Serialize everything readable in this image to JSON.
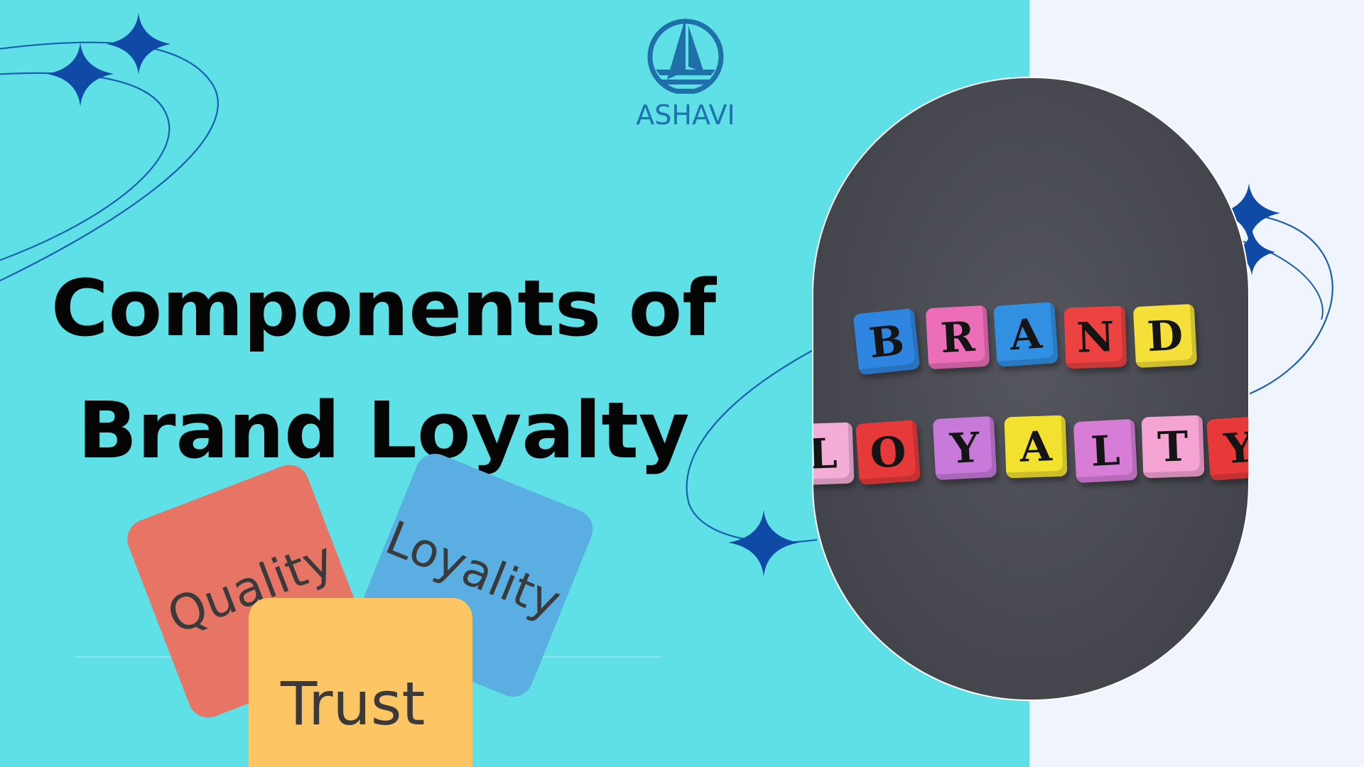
{
  "brand": {
    "name": "ASHAVI",
    "logo_icon": "sailboat-circle-icon",
    "color": "#1f72b0"
  },
  "headline": {
    "line1": "Components of",
    "line2": "Brand Loyalty"
  },
  "photo": {
    "row1_letters": [
      "B",
      "R",
      "A",
      "N",
      "D"
    ],
    "row2_letters": [
      "L",
      "O",
      "Y",
      "A",
      "L",
      "T",
      "Y"
    ]
  },
  "tags": {
    "quality": "Quality",
    "loyality": "Loyality",
    "trust": "Trust"
  },
  "colors": {
    "background_left": "#5fe0e6",
    "background_right": "#f0f4fc",
    "sparkle": "#0e4aa6",
    "headline": "#050505"
  }
}
